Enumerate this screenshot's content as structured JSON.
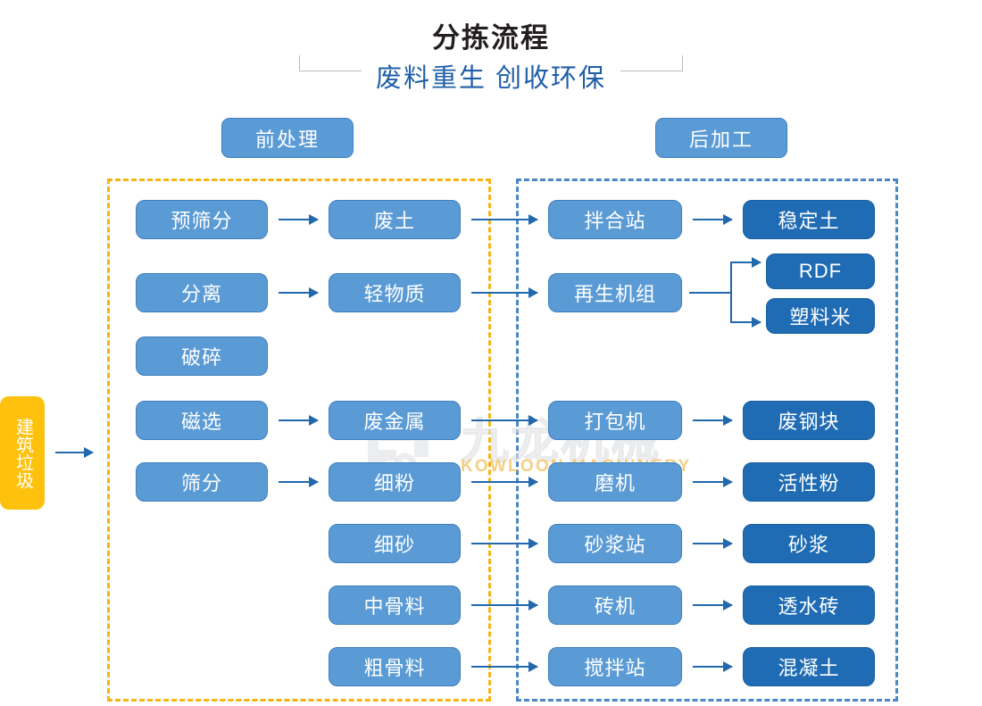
{
  "header": {
    "title": "分拣流程",
    "subtitle": "废料重生 创收环保"
  },
  "sections": [
    {
      "id": "pre",
      "label": "前处理",
      "frame_color": "#f5b316"
    },
    {
      "id": "post",
      "label": "后加工",
      "frame_color": "#4a86c8"
    }
  ],
  "feedstock": {
    "label": "建筑垃圾",
    "color": "#fec10d"
  },
  "colors": {
    "node_light": "#5b9bd5",
    "node_dark": "#1f6cb4",
    "arrow": "#2268ad",
    "title_text": "#231f20",
    "subtitle_text": "#1f5fa8",
    "frame_pre": "#f5b316",
    "frame_post": "#4a86c8"
  },
  "nodes": {
    "process": [
      {
        "key": "pre_screen",
        "label": "预筛分"
      },
      {
        "key": "separate",
        "label": "分离"
      },
      {
        "key": "crush",
        "label": "破碎"
      },
      {
        "key": "magnetic",
        "label": "磁选"
      },
      {
        "key": "screening",
        "label": "筛分"
      }
    ],
    "material": [
      {
        "key": "waste_soil",
        "label": "废土"
      },
      {
        "key": "light_material",
        "label": "轻物质"
      },
      {
        "key": "waste_metal",
        "label": "废金属"
      },
      {
        "key": "fine_powder",
        "label": "细粉"
      },
      {
        "key": "fine_sand",
        "label": "细砂"
      },
      {
        "key": "medium_aggregate",
        "label": "中骨料"
      },
      {
        "key": "coarse_aggregate",
        "label": "粗骨料"
      }
    ],
    "equipment": [
      {
        "key": "mixing_station",
        "label": "拌合站"
      },
      {
        "key": "regeneration_unit",
        "label": "再生机组"
      },
      {
        "key": "baler",
        "label": "打包机"
      },
      {
        "key": "grinder",
        "label": "磨机"
      },
      {
        "key": "mortar_station",
        "label": "砂浆站"
      },
      {
        "key": "brick_machine",
        "label": "砖机"
      },
      {
        "key": "concrete_station",
        "label": "搅拌站"
      }
    ],
    "product": [
      {
        "key": "stabilized_soil",
        "label": "稳定土"
      },
      {
        "key": "rdf",
        "label": "RDF"
      },
      {
        "key": "plastic_pellet",
        "label": "塑料米"
      },
      {
        "key": "scrap_steel",
        "label": "废钢块"
      },
      {
        "key": "active_powder",
        "label": "活性粉"
      },
      {
        "key": "mortar",
        "label": "砂浆"
      },
      {
        "key": "permeable_brick",
        "label": "透水砖"
      },
      {
        "key": "concrete",
        "label": "混凝土"
      }
    ]
  },
  "watermark": {
    "chinese": "九龙机械",
    "english": "KOWLOON MACHINERY"
  }
}
